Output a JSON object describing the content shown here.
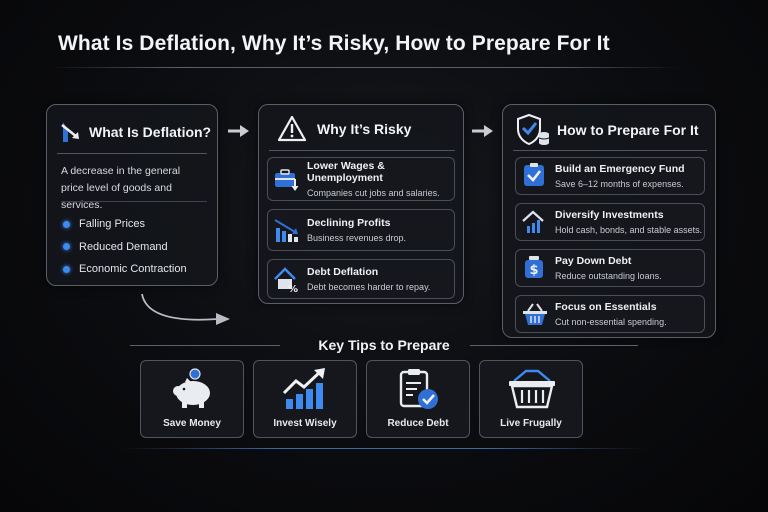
{
  "title": "What Is Deflation, Why It’s Risky, How to Prepare For It",
  "colors": {
    "accent": "#3d8bef",
    "panel_border": "#5a5e66",
    "background": "#0b0c0f"
  },
  "what": {
    "title": "What Is Deflation?",
    "icon": "downtrend-arrow-icon",
    "desc_line1": "A decrease in the general",
    "desc_line2": "price level of goods and services.",
    "bullets": [
      "Falling Prices",
      "Reduced Demand",
      "Economic Contraction"
    ]
  },
  "risky": {
    "title": "Why It’s Risky",
    "icon": "warning-icon",
    "items": [
      {
        "title": "Lower Wages & Unemployment",
        "desc": "Companies cut jobs and salaries.",
        "icon": "briefcase-down-icon"
      },
      {
        "title": "Declining Profits",
        "desc": "Business revenues drop.",
        "icon": "declining-bars-icon"
      },
      {
        "title": "Debt Deflation",
        "desc": "Debt becomes harder to repay.",
        "icon": "house-percent-icon"
      }
    ]
  },
  "prepare": {
    "title": "How to Prepare For It",
    "icon": "shield-check-icon",
    "items": [
      {
        "title": "Build an Emergency Fund",
        "desc": "Save 6–12 months of expenses.",
        "icon": "checkbox-icon"
      },
      {
        "title": "Diversify Investments",
        "desc": "Hold cash, bonds, and stable assets.",
        "icon": "house-growth-icon"
      },
      {
        "title": "Pay Down Debt",
        "desc": "Reduce outstanding loans.",
        "icon": "dollar-bag-icon"
      },
      {
        "title": "Focus on Essentials",
        "desc": "Cut non-essential spending.",
        "icon": "basket-icon"
      }
    ]
  },
  "tips": {
    "title": "Key Tips to Prepare",
    "items": [
      {
        "label": "Save Money",
        "icon": "piggy-bank-icon"
      },
      {
        "label": "Invest Wisely",
        "icon": "growth-chart-icon"
      },
      {
        "label": "Reduce Debt",
        "icon": "clipboard-check-icon"
      },
      {
        "label": "Live Frugally",
        "icon": "shopping-basket-icon"
      }
    ]
  }
}
